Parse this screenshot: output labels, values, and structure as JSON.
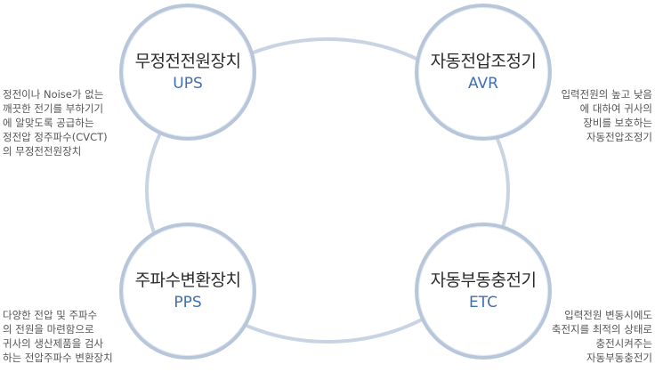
{
  "nodes": {
    "ups": {
      "title": "무정전전원장치",
      "abbr": "UPS"
    },
    "avr": {
      "title": "자동전압조정기",
      "abbr": "AVR"
    },
    "pps": {
      "title": "주파수변환장치",
      "abbr": "PPS"
    },
    "etc": {
      "title": "자동부동충전기",
      "abbr": "ETC"
    }
  },
  "descriptions": {
    "ups": "정전이나 Noise가 없는\n깨끗한 전기를 부하기기\n에 알맞도록 공급하는\n정전압 정주파수(CVCT)\n의 무정전전원장치",
    "avr": "입력전원의 높고 낮음\n에 대하여 귀사의\n장비를 보호하는\n자동전압조정기",
    "pps": "다양한 전압 및 주파수\n의 전원을 마련함으로\n귀사의 생산제품을 검사\n하는 전압주파수 변환장치",
    "etc": "입력전원 변동시에도\n축전지를 최적의 상태로\n충전시켜주는\n자동부동충전기"
  },
  "colors": {
    "ring": "#c9d4e3",
    "circle_border": "#b8c6da",
    "title": "#2b2b2b",
    "abbr": "#3f6fb5",
    "desc": "#555555"
  }
}
